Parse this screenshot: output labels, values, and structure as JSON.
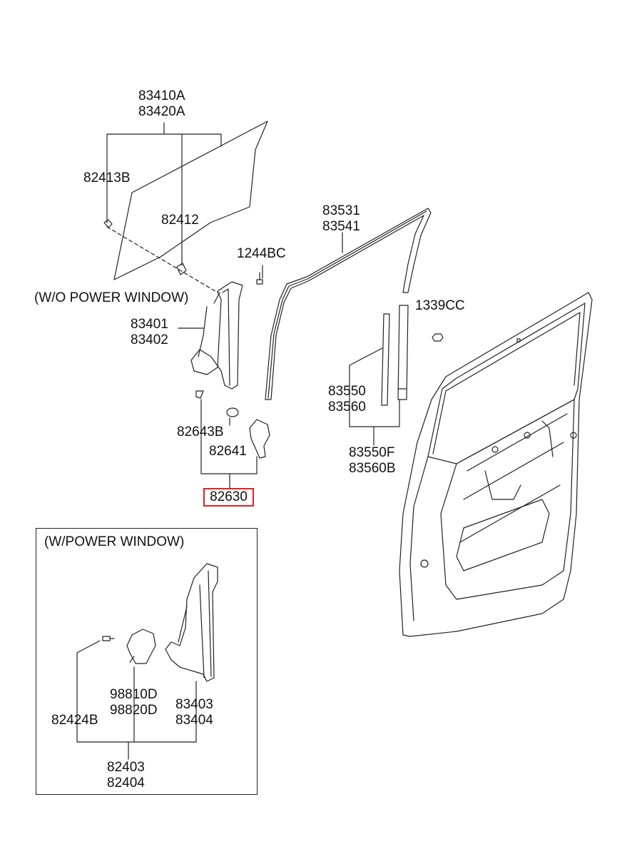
{
  "labels": {
    "window_glass": [
      "83410A",
      "83420A"
    ],
    "glass_clip_b": "82413B",
    "glass_clip": "82412",
    "bolt_top": "1244BC",
    "run_channel": [
      "83531",
      "83541"
    ],
    "nut": "1339CC",
    "wo_power_window": "(W/O POWER WINDOW)",
    "manual_regulator": [
      "83401",
      "83402"
    ],
    "channel_a": [
      "83550",
      "83560"
    ],
    "channel_b": [
      "83550F",
      "83560B"
    ],
    "handle_clip": "82643B",
    "handle_spacer": "82641",
    "handle_assy": "82630",
    "w_power_window": "(W/POWER WINDOW)",
    "motor": [
      "98810D",
      "98820D"
    ],
    "power_regulator": [
      "83403",
      "83404"
    ],
    "screw": "82424B",
    "power_regulator_assy": [
      "82403",
      "82404"
    ]
  },
  "colors": {
    "line": "#222222",
    "highlight": "#e02020",
    "background": "#ffffff"
  }
}
